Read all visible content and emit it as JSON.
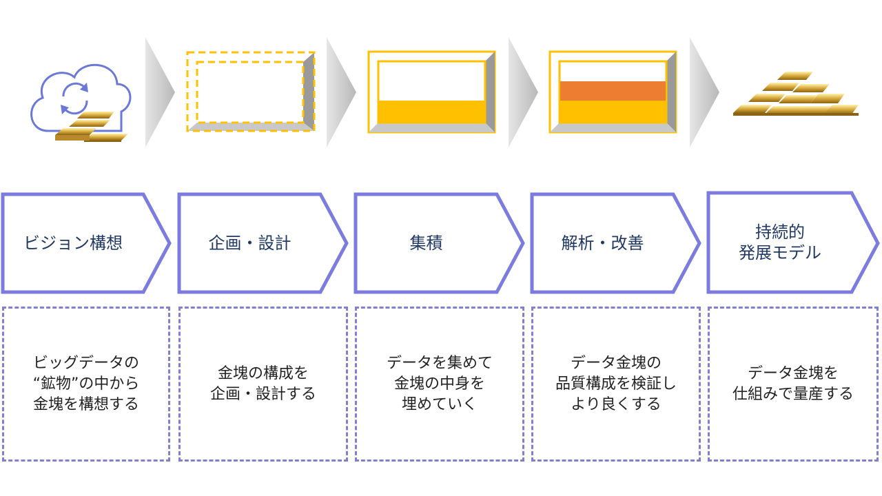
{
  "stages": [
    {
      "label": "ビジョン構想"
    },
    {
      "label": "企画・設計"
    },
    {
      "label": "集積"
    },
    {
      "label": "解析・改善"
    },
    {
      "label": "持続的\n発展モデル"
    }
  ],
  "descriptions": [
    {
      "text": "ビッグデータの\n“鉱物”の中から\n金塊を構想する"
    },
    {
      "text": "金塊の構成を\n企画・設計する"
    },
    {
      "text": "データを集めて\n金塊の中身を\n埋めていく"
    },
    {
      "text": "データ金塊の\n品質構成を検証し\nより良くする"
    },
    {
      "text": "データ金塊を\n仕組みで量産する"
    }
  ],
  "icons": [
    "cloud-sync-icon",
    "empty-frame-icon",
    "half-filled-frame-icon",
    "layered-frame-icon",
    "gold-bars-pile-icon"
  ],
  "colors": {
    "stage_border": "#7b7be0",
    "dashed_border": "#8080d0",
    "gold": "#ffc000",
    "orange": "#ed7d31",
    "gray_arrow": "#c0c0c0",
    "text_dark": "#1f3864"
  }
}
